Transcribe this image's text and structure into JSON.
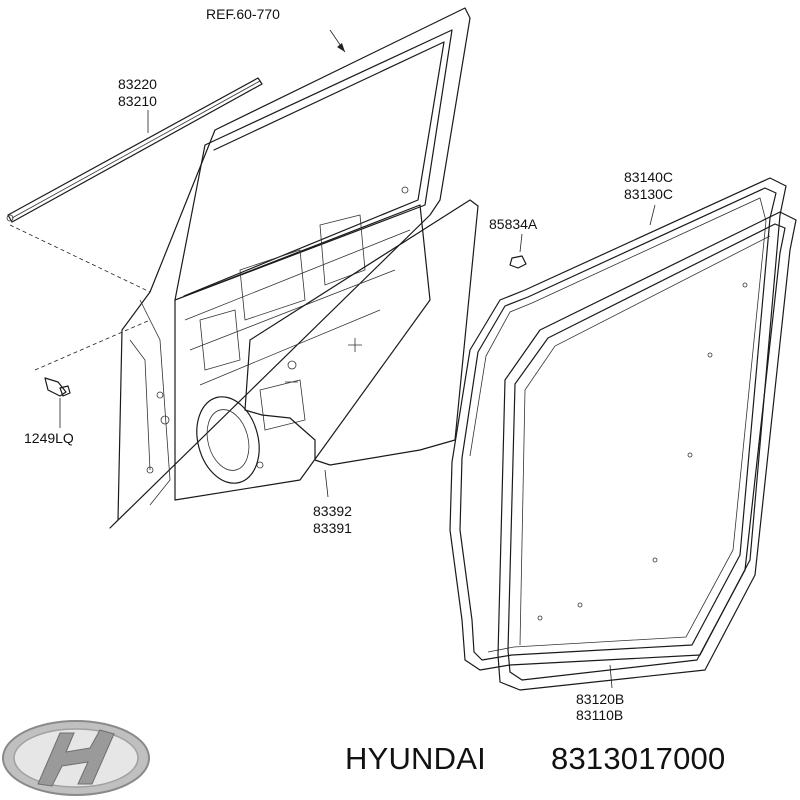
{
  "labels": {
    "ref": "REF.60-770",
    "strip_a": "83220",
    "strip_b": "83210",
    "bolt": "1249LQ",
    "clip": "85834A",
    "film_a": "83392",
    "film_b": "83391",
    "outer_seal_a": "83140C",
    "outer_seal_b": "83130C",
    "inner_seal_a": "83120B",
    "inner_seal_b": "83110B"
  },
  "footer": {
    "brand": "HYUNDAI",
    "part_number": "8313017000"
  },
  "icons": {
    "logo": "hyundai-logo-icon"
  }
}
